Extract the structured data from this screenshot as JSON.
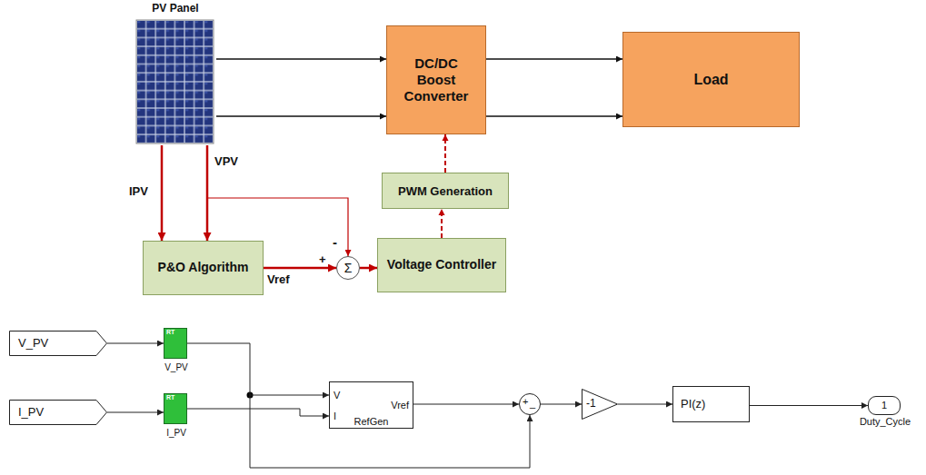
{
  "diagram": {
    "nodes": [
      {
        "text": [
          "PV Panel"
        ]
      },
      {
        "text": [
          "DC/DC Boost Converter"
        ]
      },
      {
        "text": [
          "Load"
        ]
      },
      {
        "text": [
          "PWM Generation"
        ]
      },
      {
        "text": [
          "P&O Algorithm"
        ]
      },
      {
        "text": [
          "Σ"
        ]
      },
      {
        "text": [
          "Voltage Controller"
        ]
      },
      {
        "text": [
          "V_PV"
        ]
      },
      {
        "text": [
          "RT",
          "V_PV"
        ]
      },
      {
        "text": [
          "I_PV"
        ]
      },
      {
        "text": [
          "RT",
          "I_PV"
        ]
      },
      {
        "text": [
          "V",
          "I",
          "Vref",
          "RefGen"
        ]
      },
      {
        "text": [
          "+",
          "_"
        ]
      },
      {
        "text": [
          "-1"
        ]
      },
      {
        "text": [
          "PI(z)"
        ]
      },
      {
        "text": [
          "1",
          "Duty_Cycle"
        ]
      }
    ],
    "edges": [
      {
        "from": 0,
        "to": 1,
        "arrow": "to"
      },
      {
        "from": 0,
        "to": 1,
        "arrow": "to"
      },
      {
        "from": 1,
        "to": 2,
        "arrow": "to"
      },
      {
        "from": 1,
        "to": 2,
        "arrow": "to"
      },
      {
        "from": 0,
        "to": 4,
        "label": "IPV",
        "arrow": "to"
      },
      {
        "from": 0,
        "to": 4,
        "label": "VPV",
        "arrow": "to"
      },
      {
        "from": 0,
        "to": 5,
        "arrow": "to"
      },
      {
        "from": 4,
        "to": 5,
        "label": "Vref",
        "arrow": "to"
      },
      {
        "from": 5,
        "to": 6,
        "arrow": "to"
      },
      {
        "from": 6,
        "to": 3,
        "arrow": "to"
      },
      {
        "from": 3,
        "to": 1,
        "arrow": "to"
      },
      {
        "from": 7,
        "to": 8,
        "arrow": "to"
      },
      {
        "from": 9,
        "to": 10,
        "arrow": "to"
      },
      {
        "from": 8,
        "to": 11,
        "arrow": "to"
      },
      {
        "from": 10,
        "to": 11,
        "arrow": "to"
      },
      {
        "from": 8,
        "to": 12,
        "arrow": "to"
      },
      {
        "from": 11,
        "to": 12,
        "arrow": "to"
      },
      {
        "from": 12,
        "to": 13,
        "arrow": "to"
      },
      {
        "from": 13,
        "to": 14,
        "arrow": "to"
      },
      {
        "from": 14,
        "to": 15,
        "arrow": "to"
      }
    ],
    "labels": [
      "+",
      "-"
    ]
  }
}
